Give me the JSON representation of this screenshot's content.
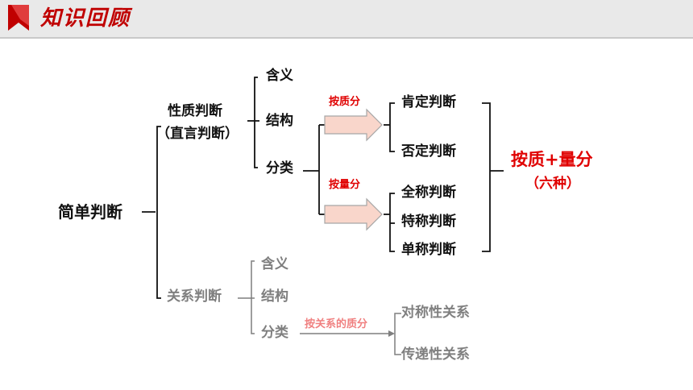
{
  "header": {
    "title": "知识回顾"
  },
  "root": "简单判断",
  "branch1": {
    "label_line1": "性质判断",
    "label_line2": "（直言判断）",
    "items": [
      "含义",
      "结构",
      "分类"
    ],
    "arrow1_label": "按质分",
    "arrow2_label": "按量分",
    "quality": [
      "肯定判断",
      "否定判断"
    ],
    "quantity": [
      "全称判断",
      "特称判断",
      "单称判断"
    ],
    "combined_line1": "按质+量分",
    "combined_line2": "（六种）"
  },
  "branch2": {
    "label": "关系判断",
    "items": [
      "含义",
      "结构",
      "分类"
    ],
    "arrow_label": "按关系的质分",
    "types": [
      "对称性关系",
      "传递性关系"
    ]
  },
  "colors": {
    "accent": "#e00000",
    "muted": "#7f7f7f",
    "arrow_fill": "#f9d6cb",
    "arrow_stroke": "#a6a6a6",
    "header_bg": "#e9e9e9"
  }
}
